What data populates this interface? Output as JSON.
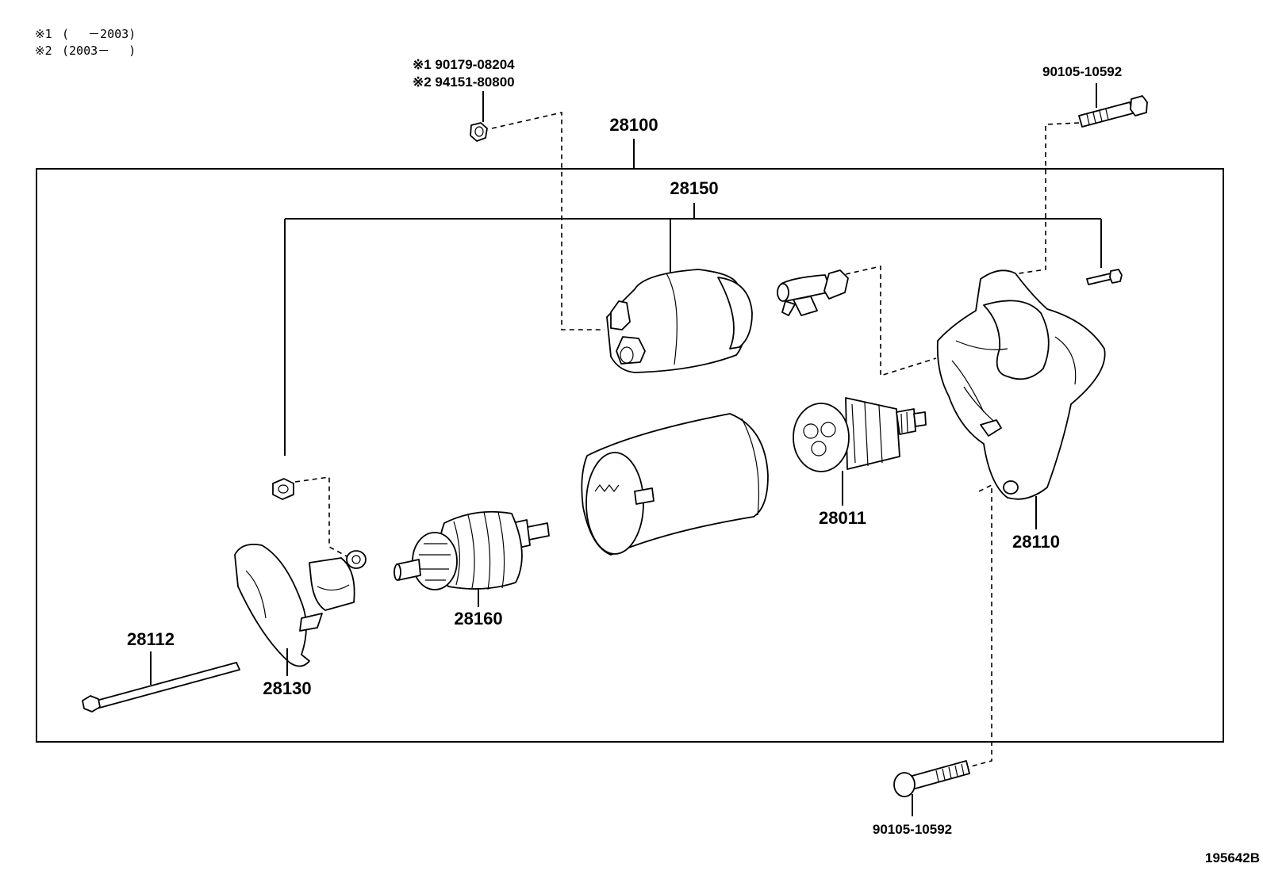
{
  "notes": {
    "note1_mark": "※1",
    "note1_range": "(　 －2003)",
    "note2_mark": "※2",
    "note2_range": "(2003－　 )"
  },
  "fasteners": {
    "top_nut_line1": "※1 90179-08204",
    "top_nut_line2": "※2 94151-80800",
    "top_bolt": "90105-10592",
    "bottom_bolt": "90105-10592"
  },
  "labels": {
    "assembly": "28100",
    "solenoid_kit": "28150",
    "starter_clutch": "28011",
    "housing": "28110",
    "armature": "28160",
    "brush_holder": "28130",
    "through_bolt": "28112"
  },
  "figure_id": "195642B"
}
